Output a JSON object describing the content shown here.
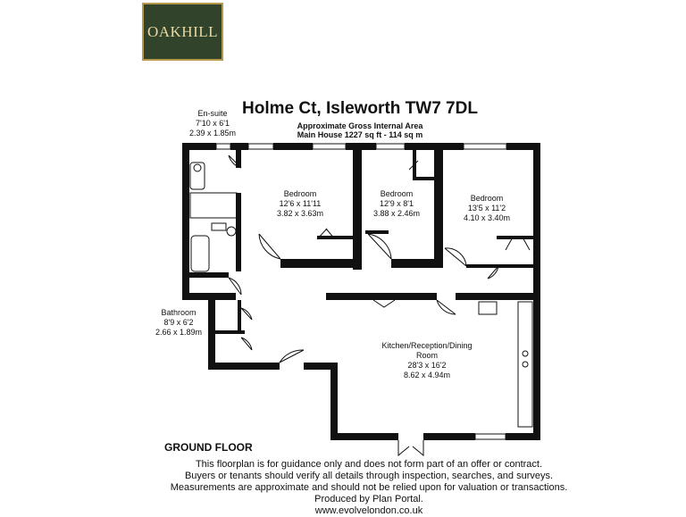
{
  "logo": {
    "text": "OAKHILL",
    "bg": "#31432a",
    "border": "#b59a4c",
    "text_color": "#e9d9a4"
  },
  "title": "Holme Ct, Isleworth TW7 7DL",
  "subtitle": {
    "line1": "Approximate Gross Internal Area",
    "line2": "Main House 1227 sq ft - 114 sq m"
  },
  "rooms": {
    "ensuite": {
      "name": "En-suite",
      "imperial": "7'10 x 6'1",
      "metric": "2.39 x 1.85m"
    },
    "bedroom1": {
      "name": "Bedroom",
      "imperial": "12'6 x 11'11",
      "metric": "3.82 x 3.63m"
    },
    "bedroom2": {
      "name": "Bedroom",
      "imperial": "12'9 x 8'1",
      "metric": "3.88 x 2.46m"
    },
    "bedroom3": {
      "name": "Bedroom",
      "imperial": "13'5 x 11'2",
      "metric": "4.10 x 3.40m"
    },
    "bathroom": {
      "name": "Bathroom",
      "imperial": "8'9 x 6'2",
      "metric": "2.66 x 1.89m"
    },
    "kitchen": {
      "name_line1": "Kitchen/Reception/Dining",
      "name_line2": "Room",
      "imperial": "28'3 x 16'2",
      "metric": "8.62 x 4.94m"
    }
  },
  "floor_label": "GROUND FLOOR",
  "disclaimer": [
    "This floorplan is for guidance only and does not form part of an offer or contract.",
    "Buyers or tenants should verify all details through inspection, searches, and surveys.",
    "Measurements are approximate and should not be relied upon for valuation or transactions.",
    "Produced by Plan Portal.",
    "www.evolvelondon.co.uk"
  ]
}
